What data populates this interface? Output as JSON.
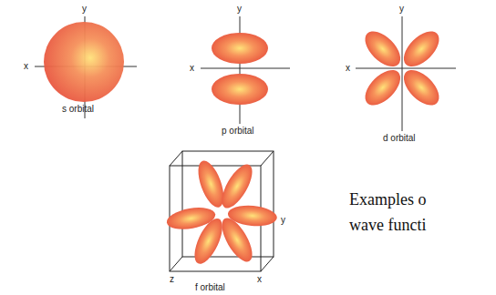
{
  "diagram": {
    "labels": [
      "y",
      "x",
      "s orbital",
      "y",
      "x",
      "p orbital",
      "y",
      "x",
      "d orbital",
      "y",
      "z",
      "x",
      "f orbital",
      "Examples o",
      "wave functi"
    ]
  }
}
